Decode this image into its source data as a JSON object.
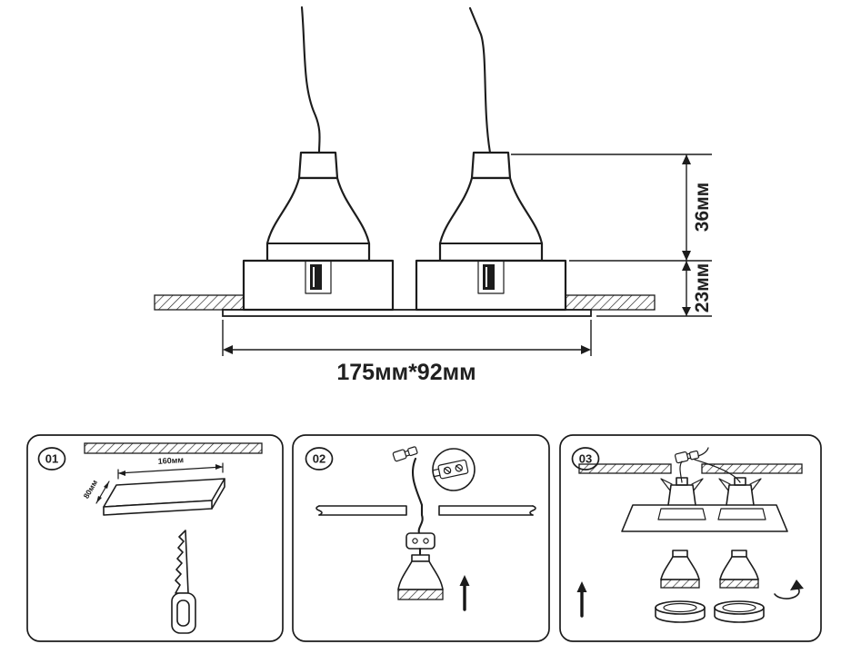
{
  "meta": {
    "background": "#ffffff",
    "line_color": "#1c1c1c",
    "description_texts": {}
  },
  "main_diagram": {
    "dim_protrusion": "36мм",
    "dim_recess": "23мм",
    "dim_footprint": "175мм*92мм"
  },
  "panels": [
    {
      "step": "01",
      "dim_cutout_length": "160мм",
      "dim_cutout_width": "80мм"
    },
    {
      "step": "02"
    },
    {
      "step": "03"
    }
  ]
}
